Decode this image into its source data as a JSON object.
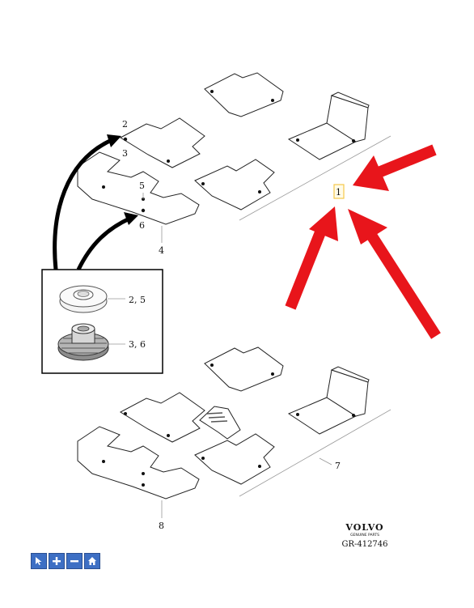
{
  "callouts": {
    "c1": "1",
    "c2": "2",
    "c3": "3",
    "c4": "4",
    "c5": "5",
    "c6": "6",
    "c7": "7",
    "c8": "8",
    "c25": "2, 5",
    "c36": "3, 6"
  },
  "brand": {
    "logo": "VOLVO",
    "tagline": "GENUINE PARTS",
    "code": "GR-412746"
  },
  "colors": {
    "arrow": "#e8151b",
    "highlight": "#f5c84a",
    "toolbar": "#3d6fc4"
  },
  "toolbar": {
    "select": "cursor-icon",
    "zoom_in": "plus-icon",
    "zoom_out": "minus-icon",
    "home": "home-icon"
  }
}
